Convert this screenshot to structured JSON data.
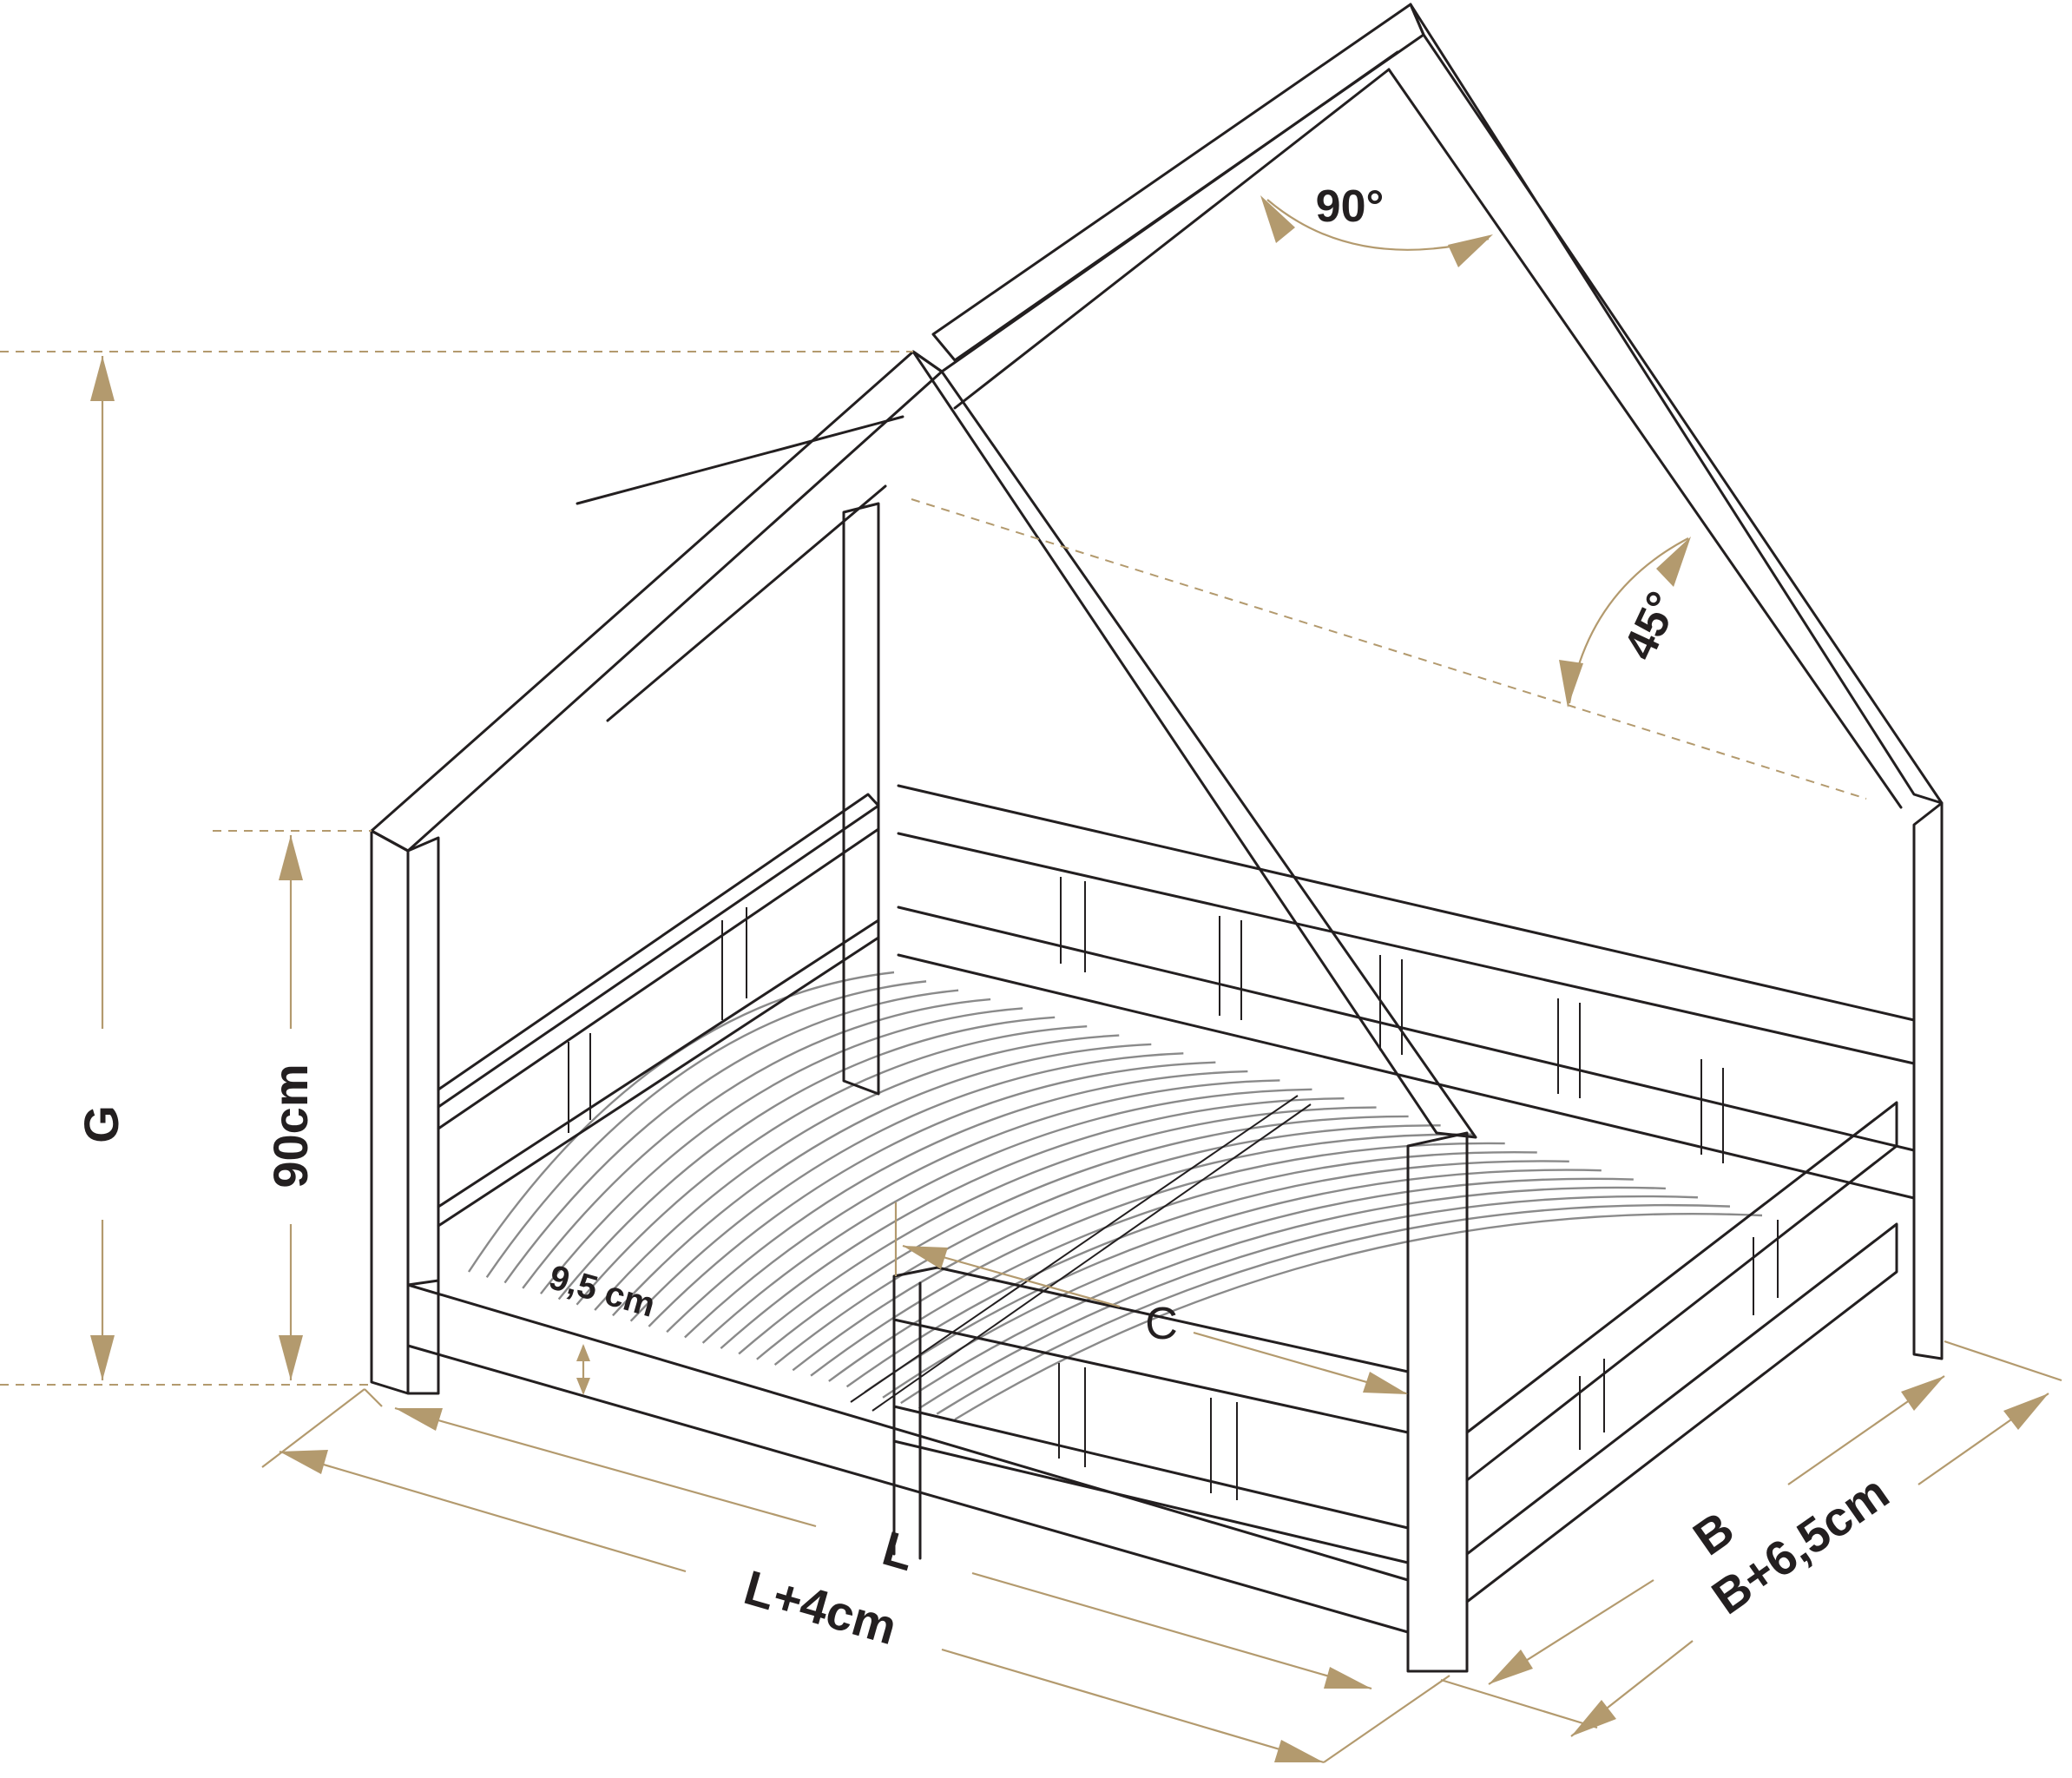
{
  "labels": {
    "angle_top": "90°",
    "angle_side": "45°",
    "height_total": "G",
    "height_wall": "90cm",
    "slat_height": "9,5 cm",
    "center": "C",
    "length": "L",
    "length_ext": "L+4cm",
    "width": "B",
    "width_ext": "B+6,5cm"
  },
  "colors": {
    "line": "#231f20",
    "dimension": "#b39a6e",
    "slat": "#8a8a8a"
  }
}
